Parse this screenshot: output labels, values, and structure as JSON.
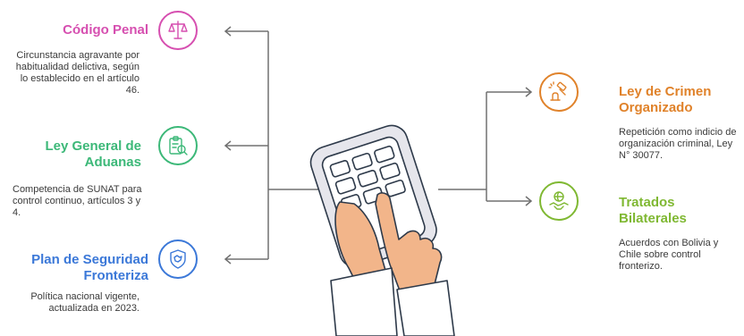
{
  "colors": {
    "codigo": "#d64fb0",
    "aduanas": "#3cb878",
    "frontera": "#3b78d8",
    "crimen": "#e0822a",
    "tratados": "#7fb832",
    "lines": "#707070",
    "hand": "#f2b58a"
  },
  "items": [
    {
      "id": "codigo",
      "title": "Código Penal",
      "description": "Circunstancia agravante por habitualidad delictiva, según lo establecido en el artículo 46.",
      "icon": "scales-icon"
    },
    {
      "id": "aduanas",
      "title": "Ley General de Aduanas",
      "description": "Competencia de SUNAT para control continuo, artículos 3 y 4.",
      "icon": "clipboard-search-icon"
    },
    {
      "id": "frontera",
      "title": "Plan de Seguridad Fronteriza",
      "description": "Política nacional vigente, actualizada en 2023.",
      "icon": "shield-map-icon"
    },
    {
      "id": "crimen",
      "title": "Ley de Crimen Organizado",
      "description": "Repetición como indicio de organización criminal, Ley N° 30077.",
      "icon": "gavel-icon"
    },
    {
      "id": "tratados",
      "title": "Tratados Bilaterales",
      "description": "Acuerdos con Bolivia y Chile sobre control fronterizo.",
      "icon": "handshake-globe-icon"
    }
  ]
}
